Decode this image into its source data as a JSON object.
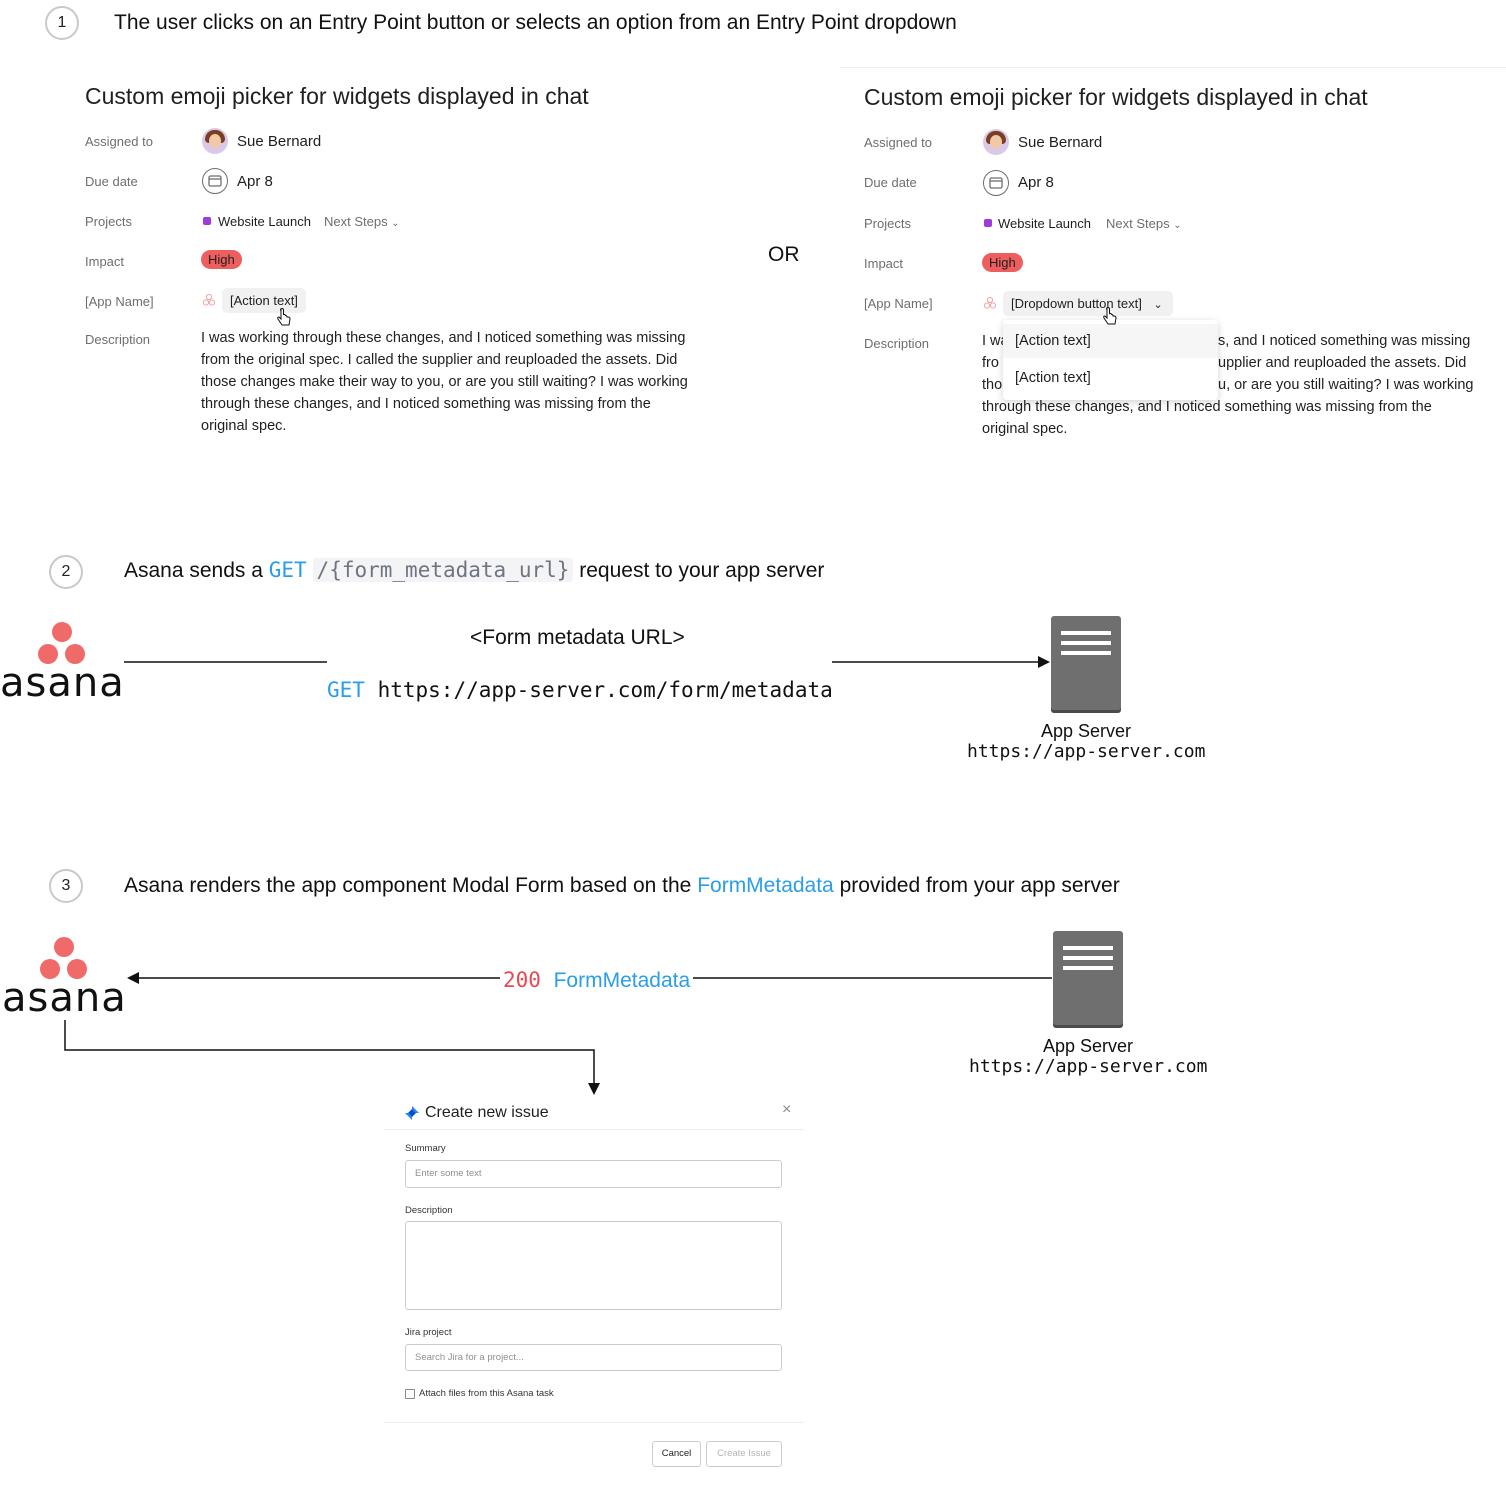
{
  "steps": [
    {
      "number": "1",
      "text": "The user clicks on an Entry Point button or selects an option from an Entry Point dropdown"
    },
    {
      "number": "2",
      "text_before": "Asana sends a ",
      "code_method": "GET",
      "code_path": "/{form_metadata_url}",
      "text_after": " request to your app server"
    },
    {
      "number": "3",
      "text_before": "Asana renders the app component Modal Form based on the ",
      "link": "FormMetadata",
      "text_after": " provided from your app server"
    }
  ],
  "or_text": "OR",
  "task_left": {
    "title": "Custom emoji picker for widgets displayed in chat",
    "labels": {
      "assigned": "Assigned to",
      "due": "Due date",
      "projects": "Projects",
      "impact": "Impact",
      "app": "[App Name]",
      "description": "Description"
    },
    "assignee": "Sue Bernard",
    "due": "Apr 8",
    "project": "Website Launch",
    "section": "Next Steps",
    "impact": "High",
    "action": "[Action text]",
    "description": "I was working through these changes, and I noticed something was missing from the original spec. I called the supplier and reuploaded the assets. Did those changes make their way to you, or are you still waiting? I was working through these changes, and I noticed something was missing from the original spec."
  },
  "task_right": {
    "title": "Custom emoji picker for widgets displayed in chat",
    "labels": {
      "assigned": "Assigned to",
      "due": "Due date",
      "projects": "Projects",
      "impact": "Impact",
      "app": "[App Name]",
      "description": "Description"
    },
    "assignee": "Sue Bernard",
    "due": "Apr 8",
    "project": "Website Launch",
    "section": "Next Steps",
    "impact": "High",
    "dropdown_button": "[Dropdown button text]",
    "dropdown_options": [
      "[Action text]",
      "[Action text]"
    ],
    "desc_lines": [
      "I wa",
      "s, and I noticed something was missing",
      "fro",
      "upplier and reuploaded the assets. Did",
      "tho",
      "u, or are you still waiting? I was working",
      "through these changes, and I noticed something was missing from the",
      "original spec."
    ]
  },
  "step2_diagram": {
    "logo_word": "asana",
    "label_top": "<Form metadata URL>",
    "method": "GET",
    "url": "https://app-server.com/form/metadata",
    "server_name": "App Server",
    "server_url": "https://app-server.com"
  },
  "step3_diagram": {
    "logo_word": "asana",
    "status_code": "200",
    "status_text": "FormMetadata",
    "server_name": "App Server",
    "server_url": "https://app-server.com"
  },
  "modal": {
    "title": "Create new issue",
    "close": "×",
    "summary_label": "Summary",
    "summary_placeholder": "Enter some text",
    "description_label": "Description",
    "project_label": "Jira project",
    "project_placeholder": "Search Jira for a project...",
    "checkbox_label": "Attach files from this Asana task",
    "cancel": "Cancel",
    "create": "Create Issue"
  },
  "colors": {
    "asana_coral": "#f06a6a",
    "code_blue": "#2a9ee8",
    "code_red": "#e8484f",
    "badge": "#ee5e5e",
    "project": "#9b3cdb"
  }
}
